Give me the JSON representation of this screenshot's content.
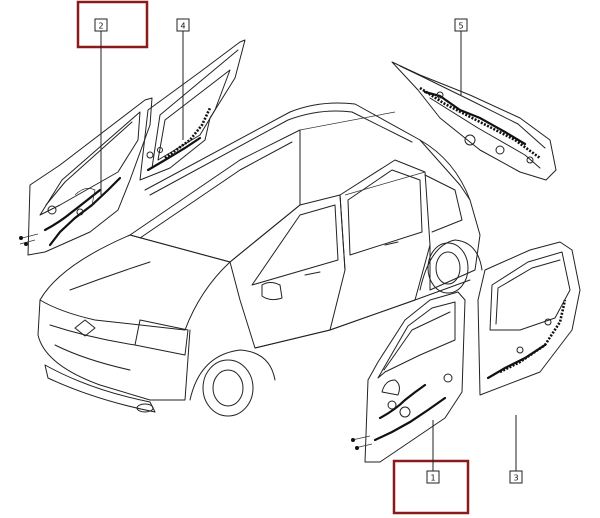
{
  "callouts": [
    {
      "id": "callout-1",
      "label": "1",
      "highlighted": true
    },
    {
      "id": "callout-2",
      "label": "2",
      "highlighted": true
    },
    {
      "id": "callout-3",
      "label": "3",
      "highlighted": false
    },
    {
      "id": "callout-4",
      "label": "4",
      "highlighted": false
    },
    {
      "id": "callout-5",
      "label": "5",
      "highlighted": false
    }
  ],
  "colors": {
    "highlight": "#8b1a1a",
    "linework": "#222222",
    "background": "#ffffff"
  }
}
